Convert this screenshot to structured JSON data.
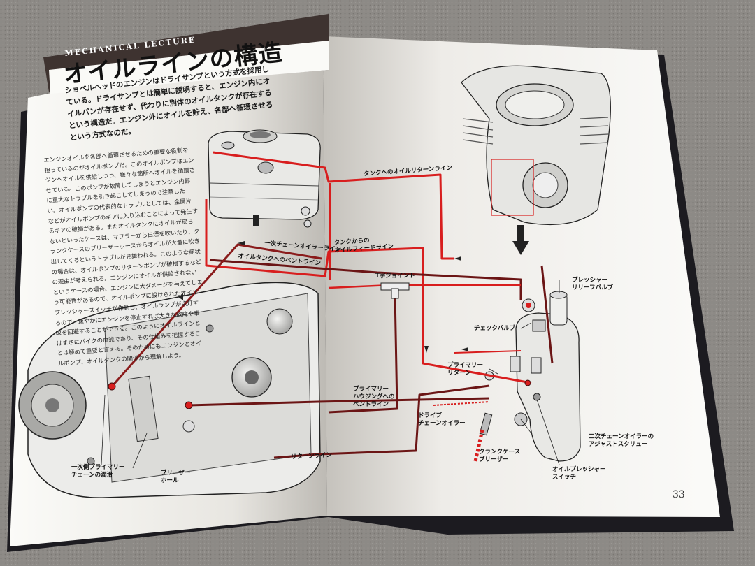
{
  "book": {
    "eyebrow": "MECHANICAL LECTURE",
    "title": "オイルラインの構造",
    "lead": "ショベルヘッドのエンジンはドライサンプという方式を採用している。ドライサンプとは簡単に説明すると、エンジン内にオイルパンが存在せず、代わりに別体のオイルタンクが存在するという構造だ。エンジン外にオイルを貯え、各部へ循環させるという方式なのだ。",
    "body": "エンジンオイルを各部へ循環させるための重要な役割を担っているのがオイルポンプだ。このオイルポンプはエンジンへオイルを供給しつつ、様々な箇所へオイルを循環させている。このポンプが故障してしまうとエンジン内部に重大なトラブルを引き起こしてしまうので注意したい。オイルポンプの代表的なトラブルとしては、金属片などがオイルポンプのギアに入り込むことによって発生するギアの破損がある。またオイルタンクにオイルが戻らないといったケースは、マフラーから白煙を吹いたり、クランクケースのブリーザーホースからオイルが大量に吹き出してくるというトラブルが見舞われる。このような症状の場合は、オイルポンプのリターンポンプが破損するなどの理由が考えられる。エンジンにオイルが供給されないというケースの場合、エンジンに大ダメージを与えてしまう可能性があるので、オイルポンプに設けられたオイルプレッシャースイッチが作動し、オイルランプが点灯するので、速やかにエンジンを停止すれば大きな故障や事故を回避することができる。このようにオイルラインとはまさにバイクの血流であり、その仕組みを把握することは極めて重要と言える。そのためにもエンジンとオイルポンプ、オイルタンクの関係から理解しよう。",
    "page_number": "33"
  },
  "labels": {
    "return_to_tank": "タンクへのオイルリターンライン",
    "feed_from_tank": "タンクからの\nオイルフィードライン",
    "secondary_chain_oiler": "一次チェーンオイラーライン",
    "tank_vent": "オイルタンクへのベントライン",
    "t_joint": "T字ジョイント",
    "pressure_relief": "プレッシャー\nリリーフバルブ",
    "check_valve": "チェックバルブ",
    "primary_return": "プライマリー\nリターン",
    "primary_housing_vent": "プライマリー\nハウジングへの\nベントライン",
    "drive_chain_oiler": "ドライブ\nチェーンオイラー",
    "crankcase_breather": "クランクケース\nブリーザー",
    "secondary_adjust": "二次チェーンオイラーの\nアジャストスクリュー",
    "oil_pressure_switch": "オイルプレッシャー\nスイッチ",
    "primary_chain_lube": "一次側プライマリー\nチェーンの潤滑",
    "breather_hole": "ブリーザー\nホール",
    "return_line": "リターンライン"
  },
  "colors": {
    "line_red": "#d81e1e",
    "line_dark": "#5a1414",
    "header_band": "#3e3330"
  }
}
